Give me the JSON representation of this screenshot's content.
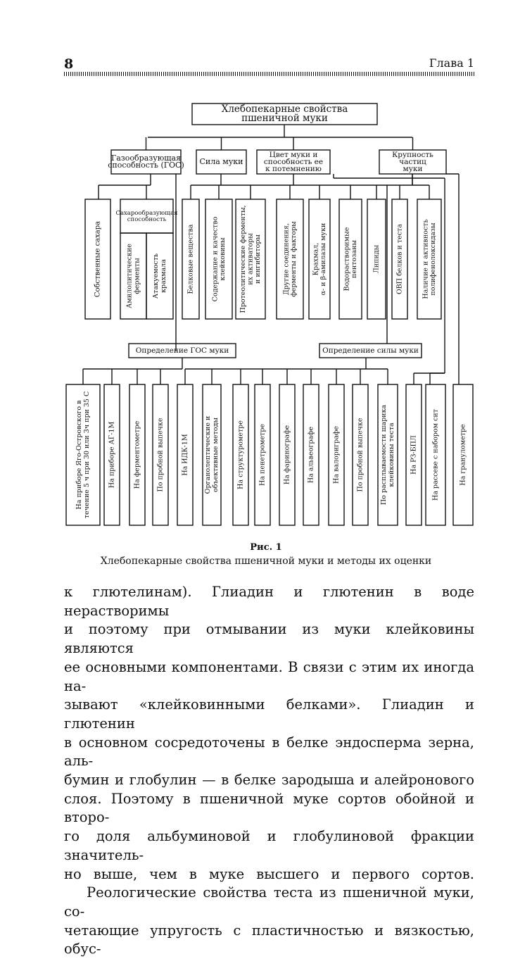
{
  "header": {
    "page_number": "8",
    "chapter": "Глава 1"
  },
  "diagram": {
    "root": [
      "Хлебопекарные свойства",
      "пшеничной муки"
    ],
    "categories": [
      {
        "key": "gos",
        "lines": [
          "Газообразующая",
          "способность (ГОС)"
        ]
      },
      {
        "key": "sila",
        "lines": [
          "Сила муки"
        ]
      },
      {
        "key": "cvet",
        "lines": [
          "Цвет муки и",
          "способность ее",
          "к потемнению"
        ]
      },
      {
        "key": "krup",
        "lines": [
          "Крупность",
          "частиц",
          "муки"
        ]
      }
    ],
    "gos_children": {
      "sugar": [
        "Собственные сахара"
      ],
      "sugar_forming": [
        "Сахарообразующая",
        "способность"
      ],
      "enzymes": [
        "Амилолитические",
        "ферменты"
      ],
      "starch": [
        "Атакуемость",
        "крахмала"
      ]
    },
    "strength_factors": [
      [
        "Белковые вещества"
      ],
      [
        "Содержание и качество",
        "клейковины"
      ],
      [
        "Протеолитические ферменты,",
        "их активаторы",
        "и ингибиторы"
      ],
      [
        "Другие соединения,",
        "ферменты и факторы"
      ],
      [
        "Крахмал,",
        "α- и β-амилазы муки"
      ],
      [
        "Водорастворимые",
        "пентозаны"
      ],
      [
        "Липиды"
      ],
      [
        "ОВП белков и теста"
      ],
      [
        "Наличие и активность",
        "полифенолоксидазы"
      ]
    ],
    "methods_headers": {
      "gos": "Определение ГОС муки",
      "sila": "Определение силы муки"
    },
    "gos_methods": [
      [
        "На приборе Яго-Островского в",
        "течение 5 ч при 30  или 3ч при 35 С"
      ],
      [
        "На приборе АГ-1М"
      ],
      [
        "На ферментометре"
      ],
      [
        "По пробной выпечке"
      ]
    ],
    "sila_methods": [
      [
        "На ИДК-1М"
      ],
      [
        "Органолептические и",
        "объективные методы"
      ],
      [
        "На структурометре"
      ],
      [
        "На пенетрометре"
      ],
      [
        "На фаринографе"
      ],
      [
        "На альвеографе"
      ],
      [
        "На валориграфе"
      ],
      [
        "По пробной выпечке"
      ],
      [
        "По расплываемости шарика",
        "клейковины теста"
      ]
    ],
    "other_methods": [
      [
        "На РЗ-БПЛ"
      ],
      [
        "На рассеве с набором сит"
      ],
      [
        "На гранулометре"
      ]
    ]
  },
  "caption": {
    "label": "Рис. 1",
    "text": "Хлебопекарные свойства пшеничной муки и методы их оценки"
  },
  "body": {
    "paragraph1": [
      "к глютелинам). Глиадин и глютенин в воде нерастворимы",
      "и поэтому при отмывании из муки клейковины являются",
      "ее основными компонентами. В связи с этим их иногда на-",
      "зывают «клейковинными белками». Глиадин и глютенин",
      "в основном сосредоточены в белке эндосперма зерна, аль-",
      "бумин и глобулин — в белке зародыша и алейронового",
      "слоя. Поэтому в пшеничной муке сортов обойной и второ-",
      "го доля альбуминовой и глобулиновой фракции значитель-",
      "но выше, чем в муке высшего и первого сортов."
    ],
    "paragraph2": [
      "Реологические свойства теста из пшеничной муки, со-",
      "четающие упругость с пластичностью и вязкостью, обус-"
    ]
  }
}
